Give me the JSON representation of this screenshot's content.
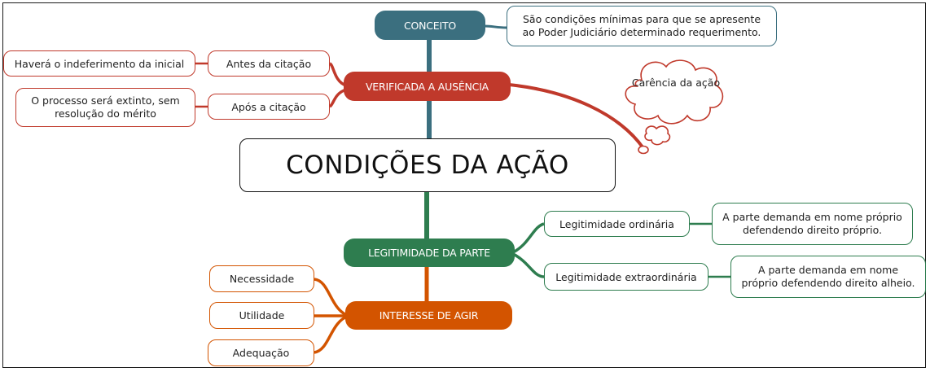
{
  "central": {
    "title": "CONDIÇÕES DA AÇÃO"
  },
  "conceito": {
    "label": "CONCEITO",
    "definition": "São condições mínimas para que se apresente ao Poder Judiciário determinado requerimento."
  },
  "ausencia": {
    "label": "VERIFICADA A AUSÊNCIA",
    "antes": "Antes da citação",
    "antes_result": "Haverá o indeferimento da inicial",
    "apos": "Após a citação",
    "apos_result": "O processo será extinto, sem resolução do mérito",
    "thought": "Carência da ação"
  },
  "legitimidade": {
    "label": "LEGITIMIDADE DA PARTE",
    "ordinaria": "Legitimidade ordinária",
    "ordinaria_desc": "A parte demanda em nome próprio defendendo direito próprio.",
    "extraordinaria": "Legitimidade extraordinária",
    "extraordinaria_desc": "A parte demanda em nome próprio defendendo direito alheio."
  },
  "interesse": {
    "label": "INTERESSE DE AGIR",
    "items": [
      "Necessidade",
      "Utilidade",
      "Adequação"
    ]
  },
  "colors": {
    "conceito": "#3b6f7f",
    "ausencia": "#c0392b",
    "legitimidade": "#2e7d4f",
    "interesse": "#d35400"
  }
}
